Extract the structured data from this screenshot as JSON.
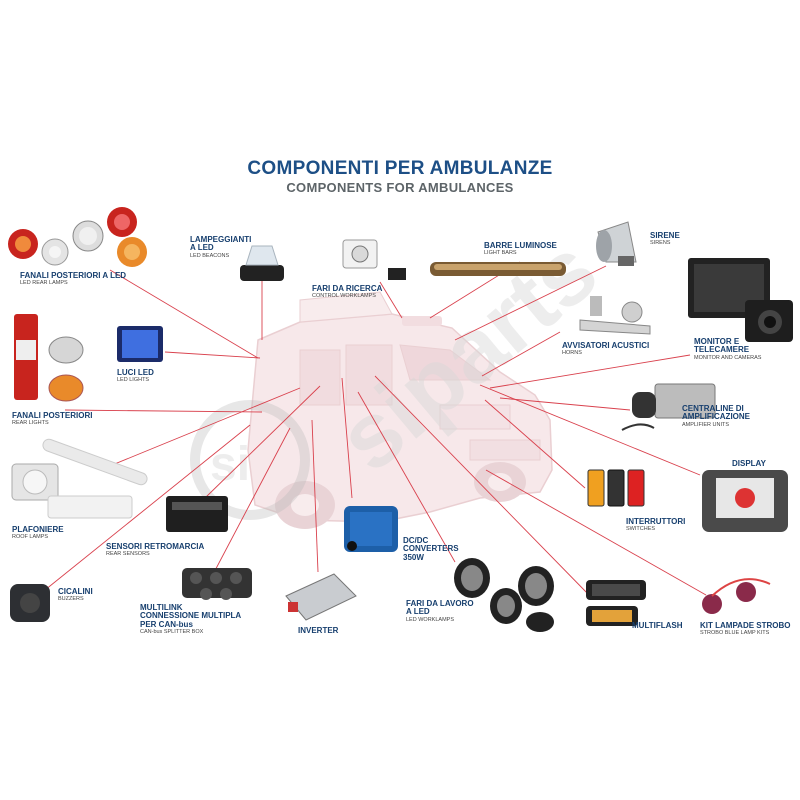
{
  "header": {
    "title_it": "COMPONENTI PER AMBULANZE",
    "title_en": "COMPONENTS FOR AMBULANCES"
  },
  "watermark": "siparts",
  "colors": {
    "title": "#1d4f86",
    "subtitle": "#5d6468",
    "leader_line": "#d9414d",
    "label_it": "#173f6e"
  },
  "labels": {
    "fanali_led": {
      "it": "FANALI POSTERIORI A LED",
      "en": "LED REAR LAMPS"
    },
    "lampeggianti": {
      "it": "LAMPEGGIANTI\nA LED",
      "en": "LED BEACONS"
    },
    "fari_ricerca": {
      "it": "FARI DA RICERCA",
      "en": "CONTROL WORKLAMPS"
    },
    "barre": {
      "it": "BARRE LUMINOSE",
      "en": "LIGHT BARS"
    },
    "sirene": {
      "it": "SIRENE",
      "en": "SIRENS"
    },
    "avvisatori": {
      "it": "AVVISATORI ACUSTICI",
      "en": "HORNS"
    },
    "monitor": {
      "it": "MONITOR E\nTELECAMERE",
      "en": "MONITOR AND CAMERAS"
    },
    "luci_led": {
      "it": "LUCI LED",
      "en": "LED LIGHTS"
    },
    "fanali_post": {
      "it": "FANALI POSTERIORI",
      "en": "REAR LIGHTS"
    },
    "centraline": {
      "it": "CENTRALINE DI\nAMPLIFICAZIONE",
      "en": "AMPLIFIER UNITS"
    },
    "display": {
      "it": "DISPLAY",
      "en": ""
    },
    "interruttori": {
      "it": "INTERRUTTORI",
      "en": "SWITCHES"
    },
    "plafoniere": {
      "it": "PLAFONIERE",
      "en": "ROOF LAMPS"
    },
    "sensori": {
      "it": "SENSORI RETROMARCIA",
      "en": "REAR SENSORS"
    },
    "dcdc": {
      "it": "DC/DC\nCONVERTERS\n350W",
      "en": ""
    },
    "cicalini": {
      "it": "CICALINI",
      "en": "BUZZERS"
    },
    "multilink": {
      "it": "MULTILINK\nCONNESSIONE MULTIPLA\nPER CAN-bus",
      "en": "CAN-bus SPLITTER BOX"
    },
    "inverter": {
      "it": "INVERTER",
      "en": ""
    },
    "fari_lavoro": {
      "it": "FARI DA LAVORO\nA LED",
      "en": "LED WORKLAMPS"
    },
    "multiflash": {
      "it": "MULTIFLASH",
      "en": ""
    },
    "strobo": {
      "it": "KIT LAMPADE STROBO",
      "en": "STROBO BLUE LAMP KITS"
    }
  }
}
